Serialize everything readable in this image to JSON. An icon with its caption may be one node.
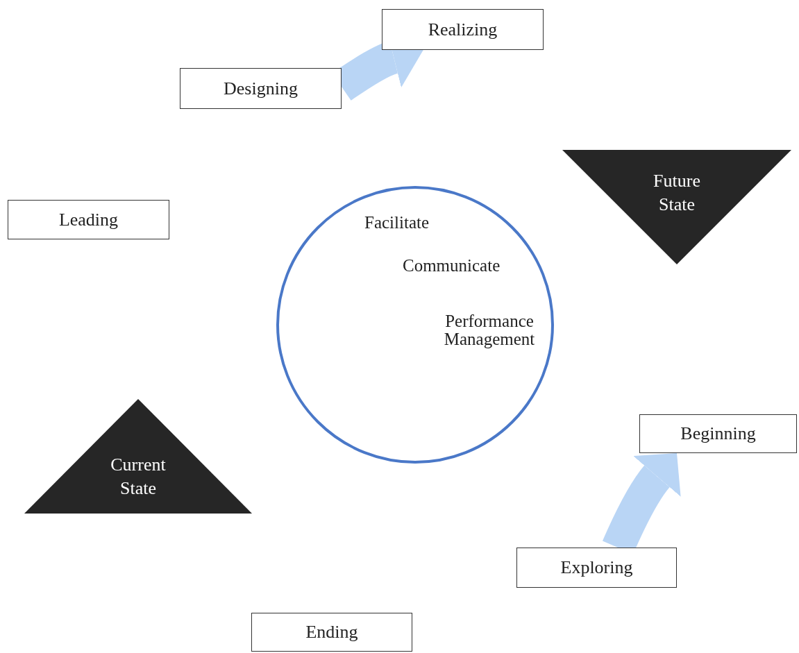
{
  "diagram": {
    "nodes": [
      {
        "text": [
          "Realizing"
        ]
      },
      {
        "text": [
          "Designing"
        ]
      },
      {
        "text": [
          "Future State"
        ]
      },
      {
        "text": [
          "Leading"
        ]
      },
      {
        "text": [
          "Facilitate",
          "Communicate",
          "Performance Management"
        ]
      },
      {
        "text": [
          "Beginning"
        ]
      },
      {
        "text": [
          "Current State"
        ]
      },
      {
        "text": [
          "Exploring"
        ]
      },
      {
        "text": [
          "Ending"
        ]
      }
    ],
    "edges": [
      {
        "from": 1,
        "to": 0,
        "arrow": "to",
        "color": "#b9d5f5"
      },
      {
        "from": 7,
        "to": 5,
        "arrow": "to",
        "color": "#b9d5f5"
      }
    ]
  }
}
